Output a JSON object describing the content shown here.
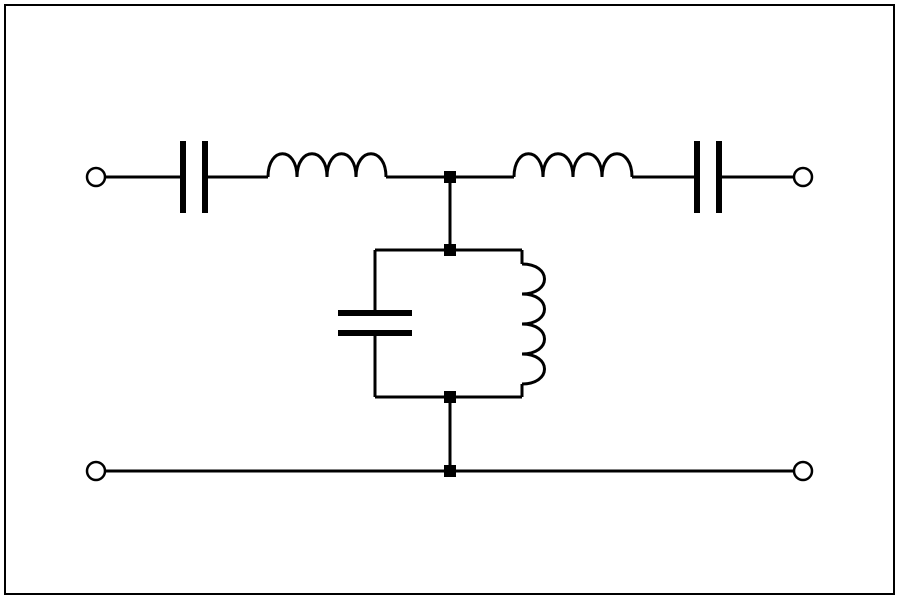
{
  "diagram": {
    "type": "circuit-schematic",
    "description_visible_text": "",
    "colors": {
      "background": "#ffffff",
      "stroke": "#000000",
      "terminal_fill": "#ffffff"
    },
    "components": [
      {
        "id": "C1",
        "kind": "capacitor",
        "branch": "series-left"
      },
      {
        "id": "L1",
        "kind": "inductor",
        "branch": "series-left"
      },
      {
        "id": "L2",
        "kind": "inductor",
        "branch": "series-right"
      },
      {
        "id": "C2",
        "kind": "capacitor",
        "branch": "series-right"
      },
      {
        "id": "C3",
        "kind": "capacitor",
        "branch": "shunt-tank"
      },
      {
        "id": "L3",
        "kind": "inductor",
        "branch": "shunt-tank"
      }
    ],
    "terminals": [
      "input-top",
      "input-bottom",
      "output-top",
      "output-bottom"
    ],
    "junctions": [
      "top-node",
      "tank-top",
      "tank-bottom",
      "ground-node"
    ]
  }
}
